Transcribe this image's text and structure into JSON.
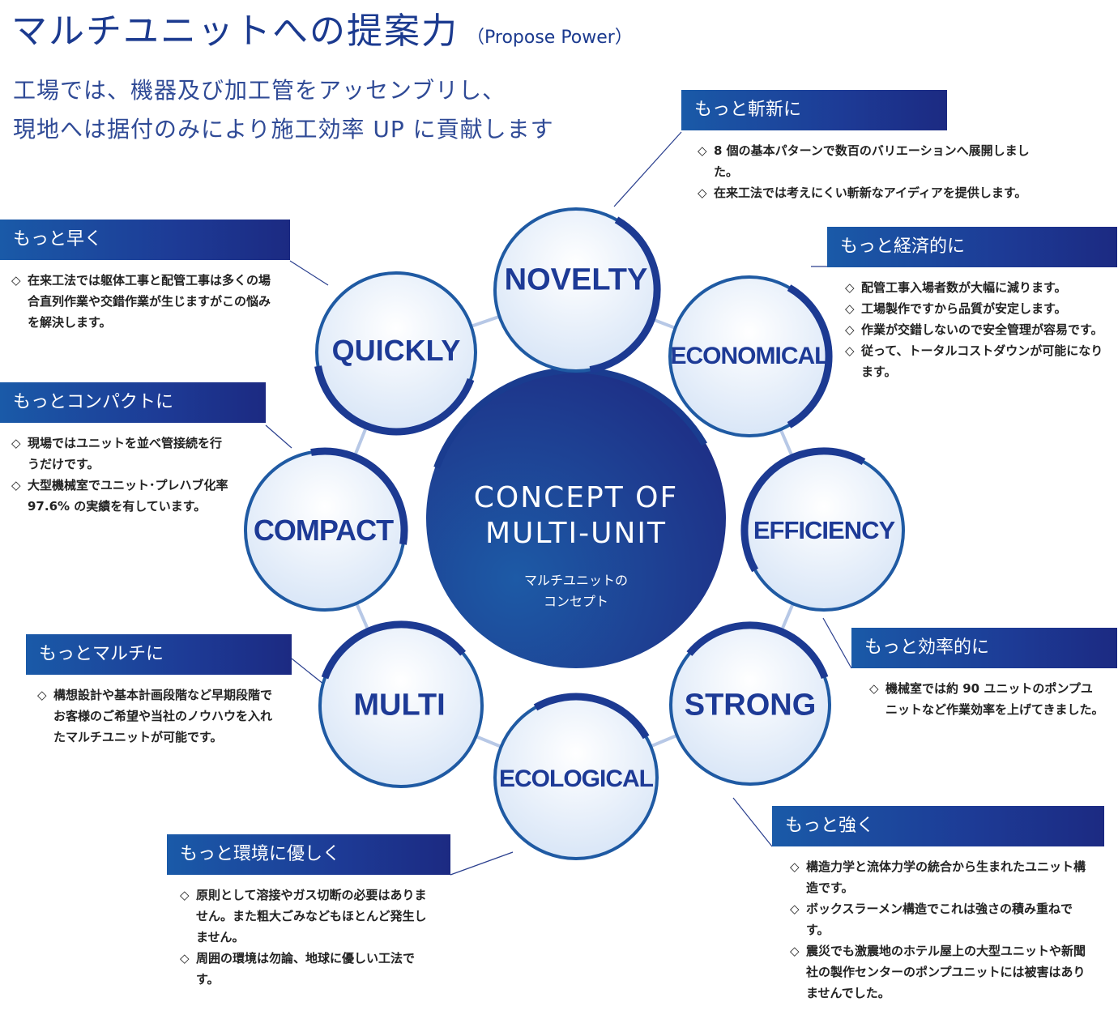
{
  "title": {
    "jp": "マルチユニットへの提案力",
    "en": "（Propose Power）"
  },
  "lead": [
    "工場では、機器及び加工管をアッセンブリし、",
    "現地へは据付のみにより施工効率 UP に貢献します"
  ],
  "center": {
    "line1": "CONCEPT OF",
    "line2": "MULTI-UNIT",
    "jp1": "マルチユニットの",
    "jp2": "コンセプト"
  },
  "circles": {
    "novelty": "NOVELTY",
    "economical": "ECONOMICAL",
    "efficiency": "EFFICIENCY",
    "strong": "STRONG",
    "ecological": "ECOLOGICAL",
    "multi": "MULTI",
    "compact": "COMPACT",
    "quickly": "QUICKLY"
  },
  "boxes": {
    "novelty": {
      "heading": "もっと斬新に",
      "items": [
        "8 個の基本パターンで数百のバリエーションへ展開しました。",
        "在来工法では考えにくい斬新なアイディアを提供します。"
      ]
    },
    "economical": {
      "heading": "もっと経済的に",
      "items": [
        "配管工事入場者数が大幅に減ります。",
        "工場製作ですから品質が安定します。",
        "作業が交錯しないので安全管理が容易です。",
        "従って、トータルコストダウンが可能になります。"
      ]
    },
    "efficiency": {
      "heading": "もっと効率的に",
      "items": [
        "機械室では約 90 ユニットのポンプユニットなど作業効率を上げてきました。"
      ]
    },
    "strong": {
      "heading": "もっと強く",
      "items": [
        "構造力学と流体力学の統合から生まれたユニット構造です。",
        "ボックスラーメン構造でこれは強さの積み重ねです。",
        "震災でも激震地のホテル屋上の大型ユニットや新聞社の製作センターのポンプユニットには被害はありませんでした。"
      ]
    },
    "ecological": {
      "heading": "もっと環境に優しく",
      "items": [
        "原則として溶接やガス切断の必要はありません。また粗大ごみなどもほとんど発生しません。",
        "周囲の環境は勿論、地球に優しい工法です。"
      ]
    },
    "multi": {
      "heading": "もっとマルチに",
      "items": [
        "構想設計や基本計画段階など早期段階でお客様のご希望や当社のノウハウを入れたマルチユニットが可能です。"
      ]
    },
    "compact": {
      "heading": "もっとコンパクトに",
      "items": [
        "現場ではユニットを並べ管接続を行うだけです。",
        "大型機械室でユニット･プレハブ化率 97.6% の実績を有しています。"
      ]
    },
    "quickly": {
      "heading": "もっと早く",
      "items": [
        "在来工法では躯体工事と配管工事は多くの場合直列作業や交錯作業が生じますがこの悩みを解決します。"
      ]
    }
  }
}
